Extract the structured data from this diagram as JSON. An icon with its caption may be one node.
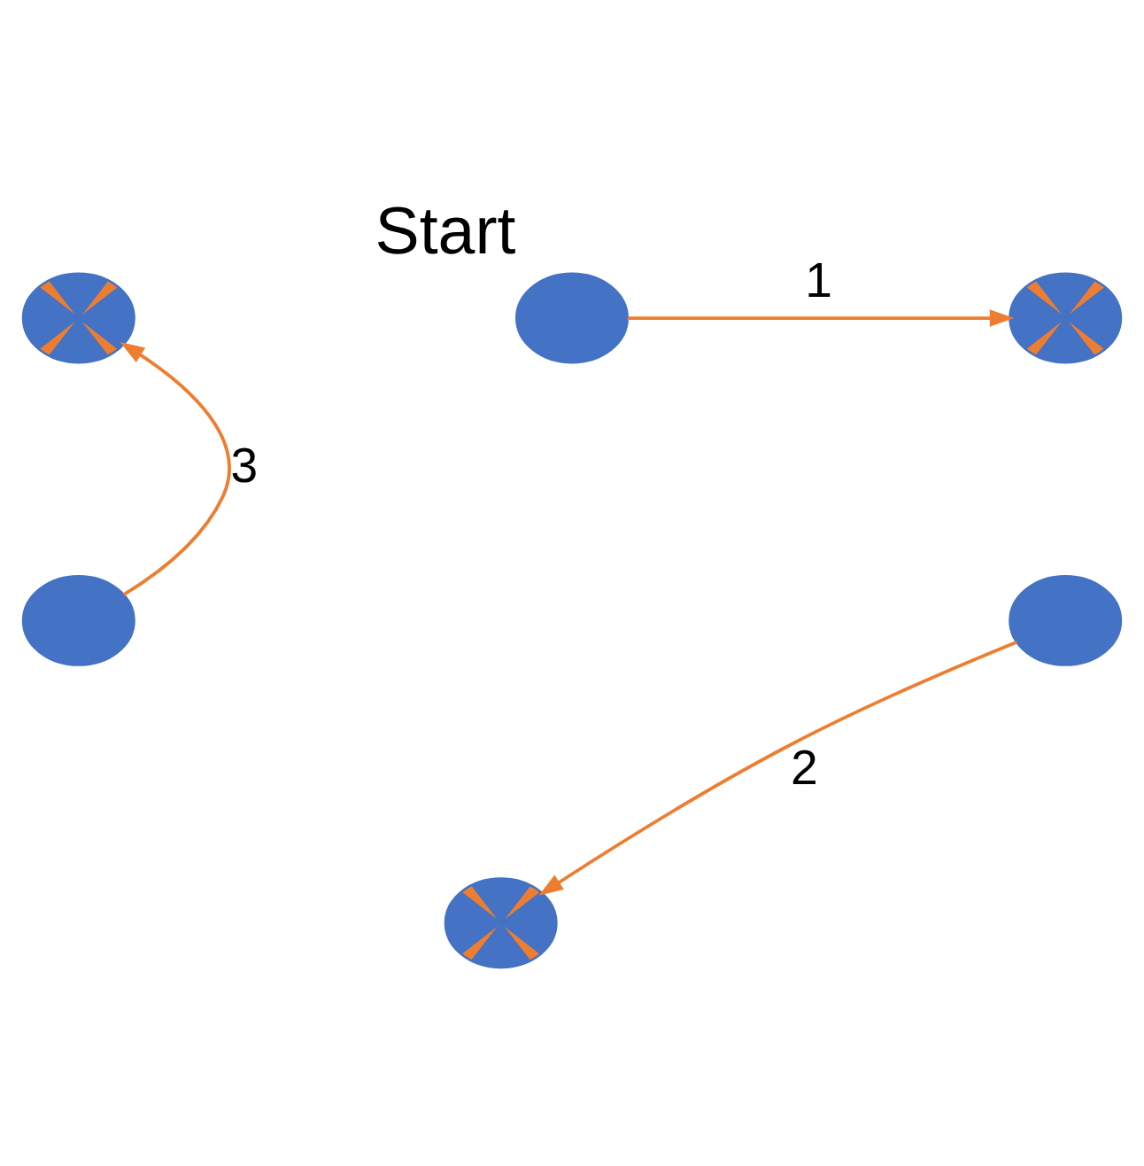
{
  "diagram": {
    "nodes": [
      {
        "text": [],
        "shape": "circle",
        "beside": [
          "Start"
        ]
      },
      {
        "text": [],
        "shape": "crossed-circle"
      },
      {
        "text": [],
        "shape": "crossed-circle"
      },
      {
        "text": [],
        "shape": "circle"
      },
      {
        "text": [],
        "shape": "circle"
      },
      {
        "text": [],
        "shape": "crossed-circle"
      }
    ],
    "edges": [
      {
        "from": 0,
        "to": 2,
        "arrow": "to",
        "label": "1"
      },
      {
        "from": 4,
        "to": 5,
        "arrow": "to",
        "label": "2"
      },
      {
        "from": 3,
        "to": 1,
        "arrow": "to",
        "label": "3"
      }
    ]
  }
}
